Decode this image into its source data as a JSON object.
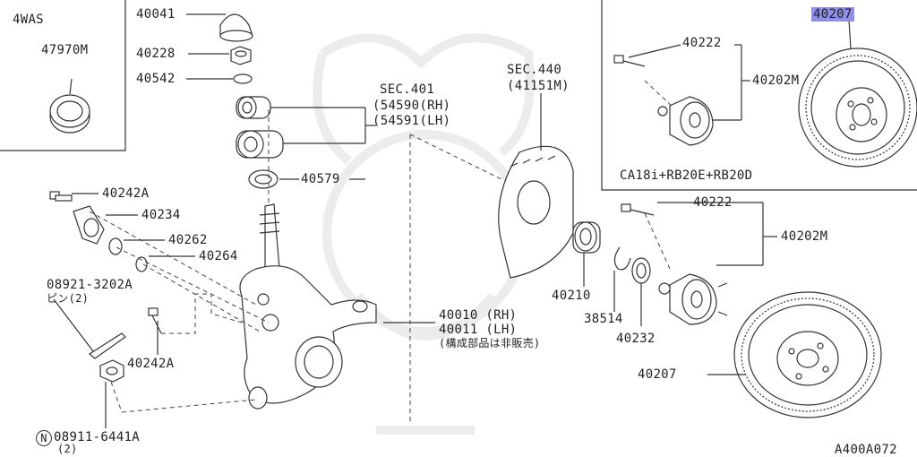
{
  "diagram_id": "A400A072",
  "inset_4was": {
    "title": "4WAS",
    "part": "47970M"
  },
  "inset_ca18": {
    "caption": "CA18i+RB20E+RB20D",
    "bolt": "40222",
    "hub": "40202M",
    "rotor": "40207"
  },
  "labels": {
    "p40041": "40041",
    "p40228": "40228",
    "p40542": "40542",
    "sec401_title": "SEC.401",
    "sec401_rh": "(54590(RH)",
    "sec401_lh": "(54591(LH)",
    "p40579": "40579",
    "sec440_title": "SEC.440",
    "sec440_code": "(41151M)",
    "p40242A_top": "40242A",
    "p40234": "40234",
    "p40262": "40262",
    "p40264": "40264",
    "p08921": "08921-3202A",
    "pin2": "ピン(2)",
    "p40242A_bot": "40242A",
    "nut_n": "N",
    "p08911": "08911-6441A",
    "qty2": "(2)",
    "p40010": "40010 (RH)",
    "p40011": "40011 (LH)",
    "note": "(構成部品は非販売)",
    "p40210": "40210",
    "p38514": "38514",
    "p40232": "40232",
    "p40222": "40222",
    "p40202M": "40202M",
    "p40207": "40207"
  }
}
